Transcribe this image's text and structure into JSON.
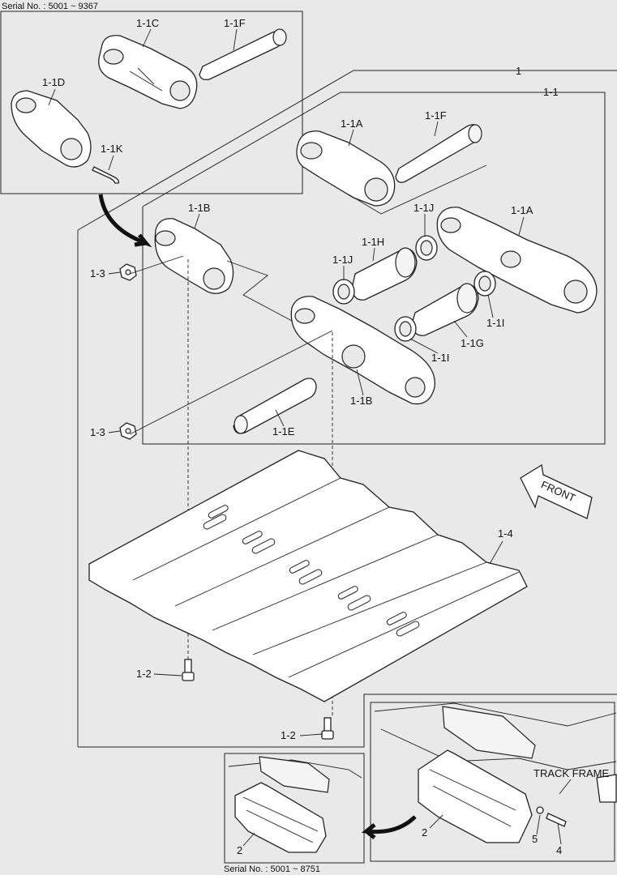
{
  "header": {
    "serial_top": "Serial No. : 5001 ~ 9367"
  },
  "footer": {
    "serial_bottom": "Serial No. : 5001 ~ 8751"
  },
  "labels": {
    "l_1C": "1-1C",
    "l_1F_top": "1-1F",
    "l_1D": "1-1D",
    "l_1K": "1-1K",
    "l_1": "1",
    "l_1_1": "1-1",
    "l_1A_top": "1-1A",
    "l_1F_mid": "1-1F",
    "l_1B_top": "1-1B",
    "l_1J_right": "1-1J",
    "l_1A_right": "1-1A",
    "l_1H": "1-1H",
    "l_1J_left": "1-1J",
    "l_1_3_top": "1-3",
    "l_1I_right": "1-1I",
    "l_1G": "1-1G",
    "l_1I_mid": "1-1I",
    "l_1B_mid": "1-1B",
    "l_1E": "1-1E",
    "l_1_3_bot": "1-3",
    "l_front": "FRONT",
    "l_1_4": "1-4",
    "l_1_2_left": "1-2",
    "l_1_2_bot": "1-2",
    "l_track_frame": "TRACK FRAME",
    "l_2_right": "2",
    "l_5": "5",
    "l_4": "4",
    "l_2_left": "2"
  }
}
